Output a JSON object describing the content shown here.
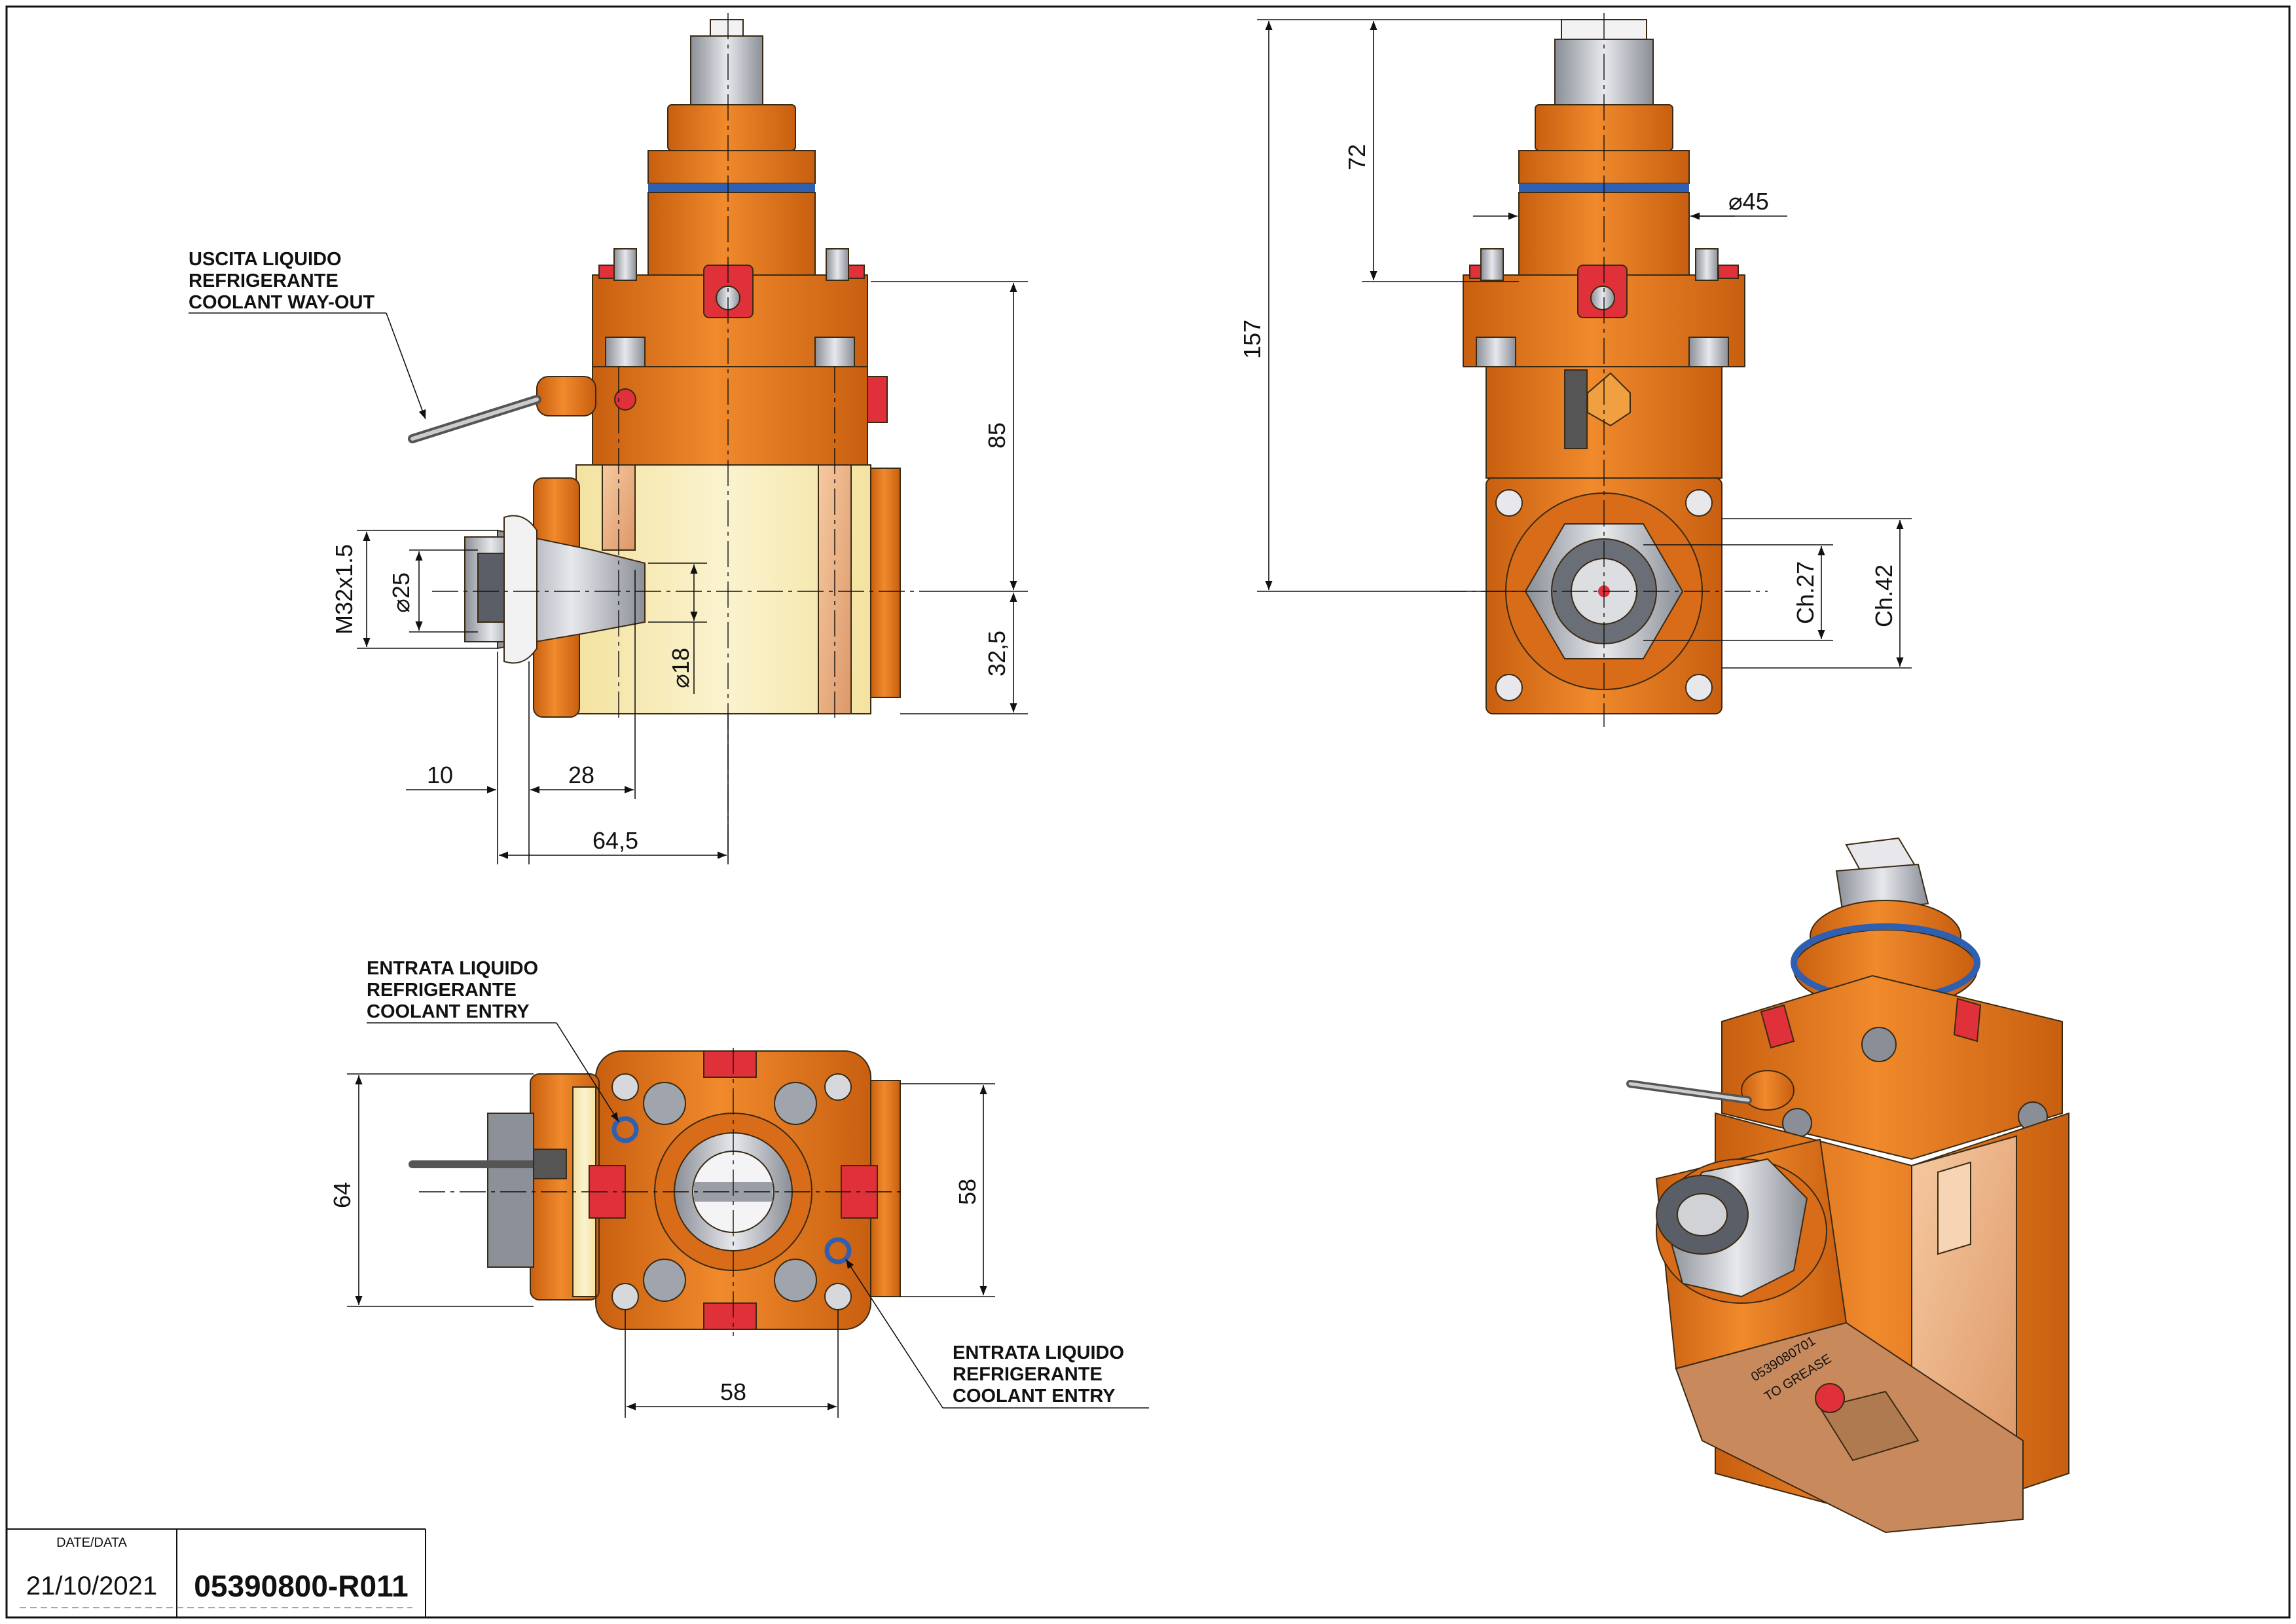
{
  "colors": {
    "orange": "#e8761e",
    "orange_dark": "#c85f10",
    "cream": "#f9efc0",
    "copper": "#f0b888",
    "gray": "#b8bcc4",
    "red": "#e0303a",
    "blue": "#2f5fb0"
  },
  "front_view": {
    "dims": {
      "d85": "85",
      "d32_5": "32,5",
      "m32": "M32x1.5",
      "d25": "⌀25",
      "d18": "⌀18",
      "d10": "10",
      "d28": "28",
      "d64_5": "64,5"
    },
    "note": [
      "USCITA LIQUIDO",
      "REFRIGERANTE",
      "COOLANT WAY-OUT"
    ]
  },
  "side_view": {
    "dims": {
      "d157": "157",
      "d72": "72",
      "d45": "⌀45",
      "ch27": "Ch.27",
      "ch42": "Ch.42"
    }
  },
  "top_view": {
    "dims": {
      "d64": "64",
      "d58_right": "58",
      "d58_bottom": "58"
    },
    "note_left": [
      "ENTRATA LIQUIDO",
      "REFRIGERANTE",
      "COOLANT ENTRY"
    ],
    "note_right": [
      "ENTRATA LIQUIDO",
      "REFRIGERANTE",
      "COOLANT ENTRY"
    ]
  },
  "iso_view": {
    "engraving_1": "0539080701",
    "engraving_2": "TO GREASE"
  },
  "title_block": {
    "date_label": "DATE/DATA",
    "date": "21/10/2021",
    "code": "05390800-R011"
  }
}
